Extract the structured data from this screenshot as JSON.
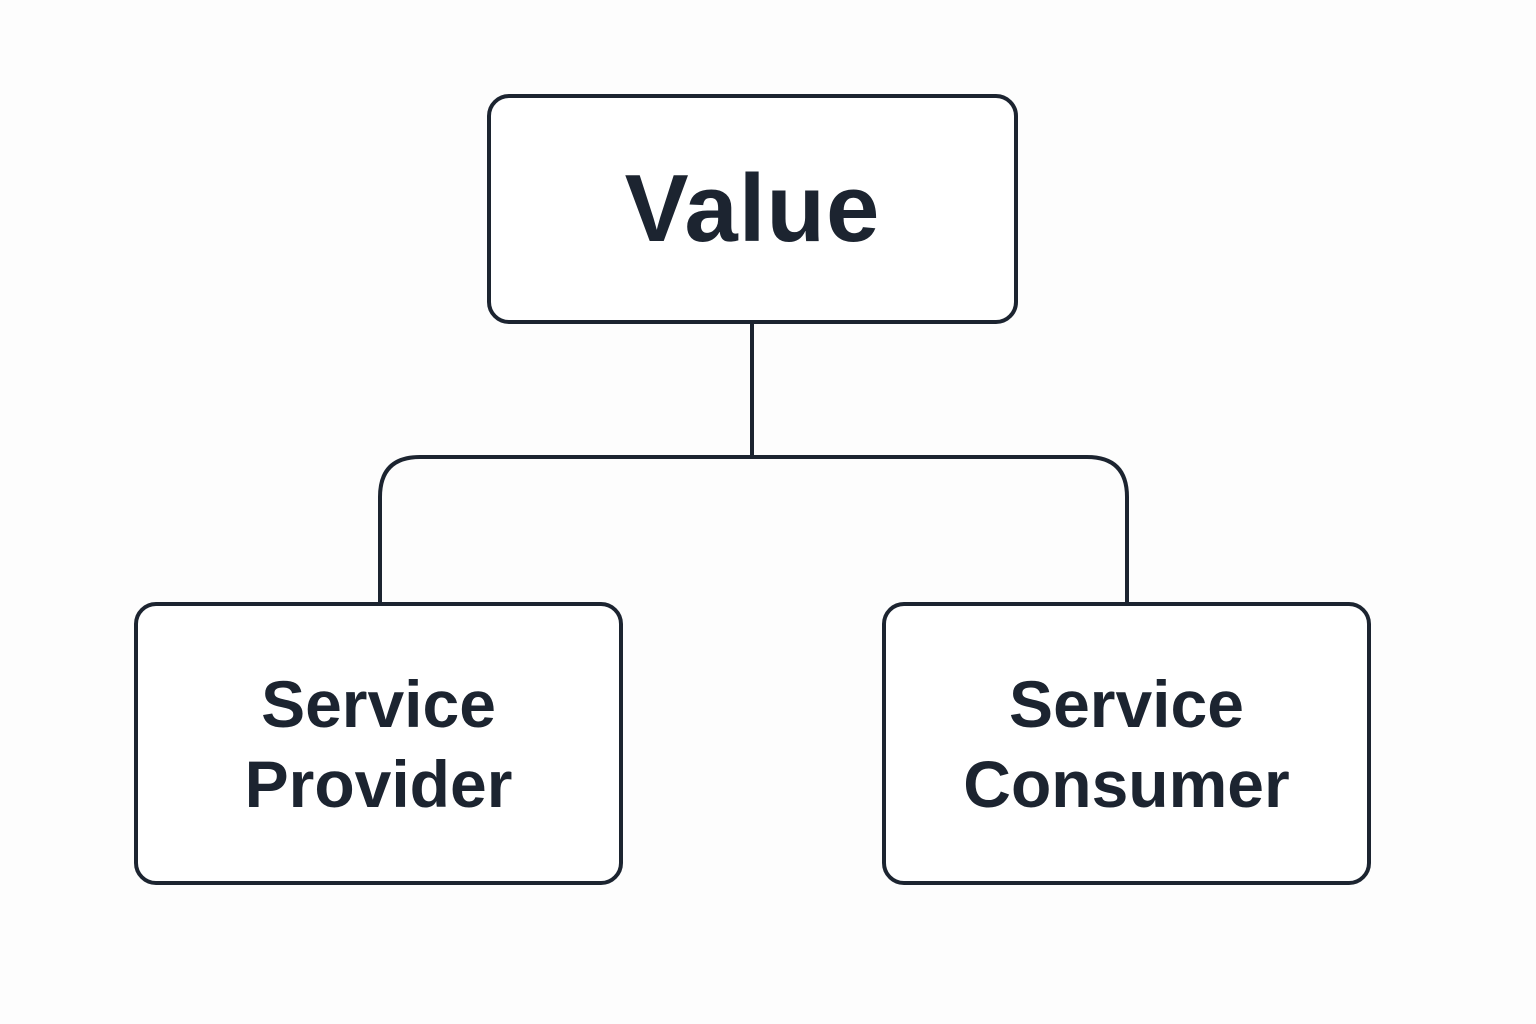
{
  "diagram": {
    "root": {
      "label": "Value"
    },
    "children": [
      {
        "line1": "Service",
        "line2": "Provider"
      },
      {
        "line1": "Service",
        "line2": "Consumer"
      }
    ]
  },
  "colors": {
    "stroke": "#1c2430",
    "text": "#1c2430",
    "background": "#fdfdfd",
    "box_fill": "#ffffff"
  }
}
